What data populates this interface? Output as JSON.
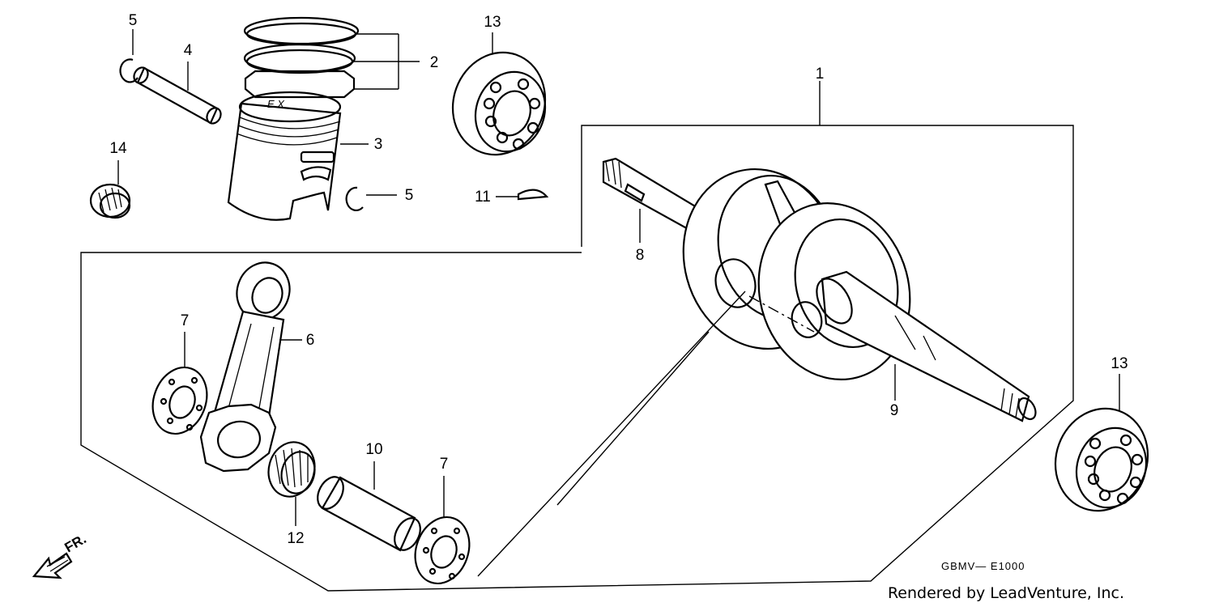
{
  "diagram": {
    "callouts": [
      "1",
      "2",
      "3",
      "4",
      "5",
      "5",
      "6",
      "7",
      "7",
      "8",
      "9",
      "10",
      "11",
      "12",
      "13",
      "13",
      "14"
    ],
    "direction_label": "FR.",
    "diagram_code": "GBMV— E1000",
    "credit": "Rendered by LeadVenture, Inc."
  }
}
